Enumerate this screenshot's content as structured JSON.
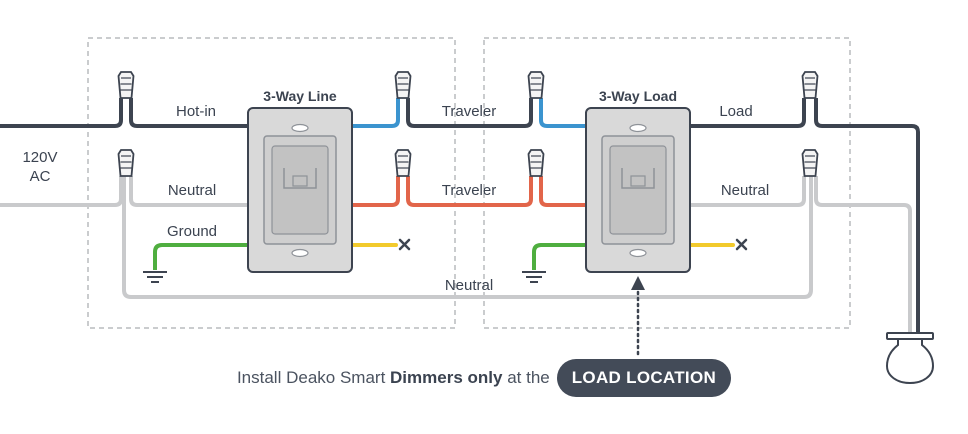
{
  "labels": {
    "switch_line_title": "3-Way Line",
    "switch_load_title": "3-Way Load",
    "hot_in": "Hot-in",
    "source_voltage": "120V",
    "source_type": "AC",
    "neutral_left": "Neutral",
    "ground": "Ground",
    "traveler_top": "Traveler",
    "traveler_bottom": "Traveler",
    "load": "Load",
    "neutral_right": "Neutral",
    "neutral_bottom": "Neutral"
  },
  "caption": {
    "prefix": "Install Deako Smart",
    "bold_1": "Dimmers only",
    "middle": "at the",
    "pill": "LOAD LOCATION"
  },
  "colors": {
    "hot_wire": "#3d4450",
    "neutral_wire": "#c9cacc",
    "traveler_blue": "#3b94cf",
    "traveler_red": "#e2654a",
    "ground_green": "#4fae3f",
    "cap_yellow": "#f2ca2c",
    "text_dark": "#3b4350",
    "pill_bg": "#434b58"
  },
  "icons": {
    "wire_connector": "wire-nut-icon",
    "ground": "ground-symbol-icon",
    "capped_wire": "x-cap-icon",
    "light": "light-bulb-icon",
    "arrow": "dotted-arrow-up-icon"
  }
}
